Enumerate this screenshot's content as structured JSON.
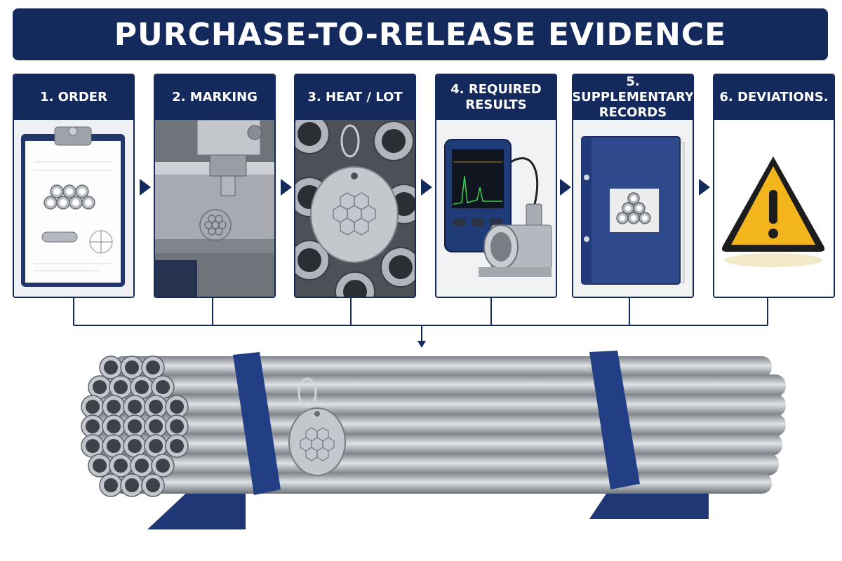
{
  "title": "PURCHASE-TO-RELEASE EVIDENCE",
  "steps": [
    {
      "label": "1. ORDER",
      "icon": "clipboard-order-icon"
    },
    {
      "label": "2. MARKING",
      "icon": "stamp-marking-icon"
    },
    {
      "label": "3. HEAT / LOT",
      "icon": "heat-lot-tag-icon"
    },
    {
      "label": "4. REQUIRED RESULTS",
      "icon": "ultrasonic-tester-icon"
    },
    {
      "label": "5. SUPPLEMENTARY RECORDS",
      "icon": "binder-records-icon"
    },
    {
      "label": "6. DEVIATIONS.",
      "icon": "warning-triangle-icon"
    }
  ],
  "colors": {
    "navy": "#14295c",
    "steel": "#a9adb3",
    "warning": "#f2b61c"
  },
  "bundle_icon": "tube-bundle-icon"
}
